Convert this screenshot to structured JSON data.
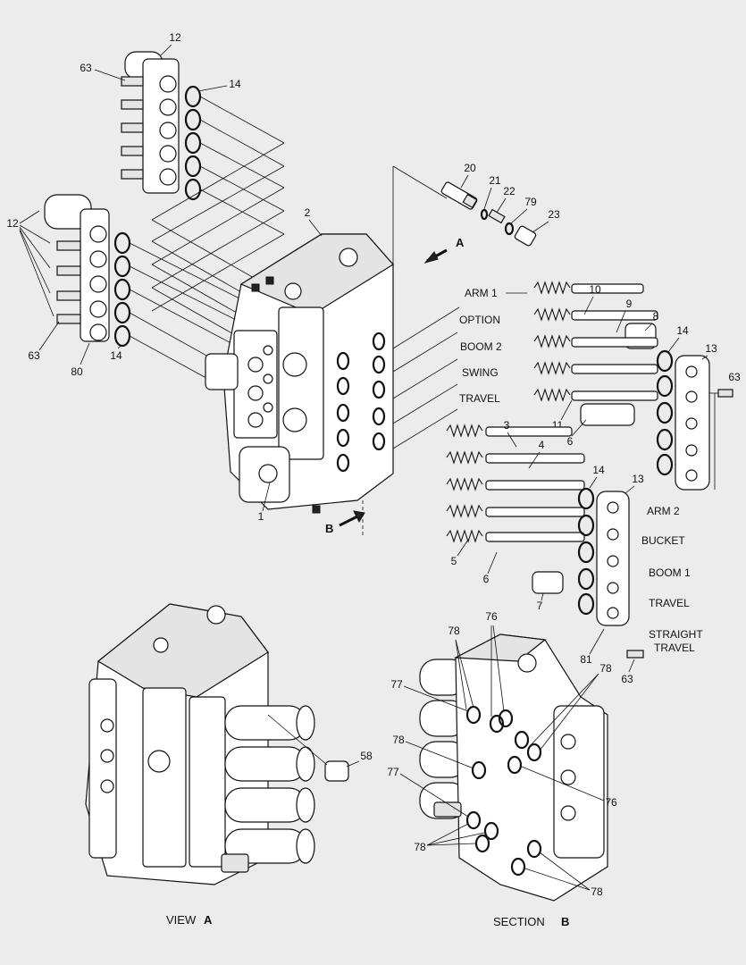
{
  "callouts": {
    "c12_top": "12",
    "c63_top": "63",
    "c14_top": "14",
    "c12_left": "12",
    "c63_left": "63",
    "c80": "80",
    "c14_left": "14",
    "c2": "2",
    "c20": "20",
    "c21": "21",
    "c22": "22",
    "c79": "79",
    "c23": "23",
    "c10": "10",
    "c9": "9",
    "c8": "8",
    "c14_r1": "14",
    "c13_r1": "13",
    "c63_r1": "63",
    "c11": "11",
    "c6_upper": "6",
    "c3": "3",
    "c4": "4",
    "c5": "5",
    "c6_lower": "6",
    "c7": "7",
    "c14_r2": "14",
    "c13_r2": "13",
    "c81": "81",
    "c63_r2": "63",
    "c1": "1",
    "c58": "58",
    "c78_a": "78",
    "c76_a": "76",
    "c77_a": "77",
    "c78_b": "78",
    "c77_b": "77",
    "c78_c": "78",
    "c78_d": "78",
    "c76_b": "76",
    "c78_e": "78"
  },
  "arrows": {
    "view_a": "A",
    "section_b": "B"
  },
  "spool_labels_upper": [
    "ARM 1",
    "OPTION",
    "BOOM 2",
    "SWING",
    "TRAVEL"
  ],
  "spool_labels_lower": [
    "ARM 2",
    "BUCKET",
    "BOOM 1",
    "TRAVEL",
    "STRAIGHT",
    "TRAVEL"
  ],
  "captions": {
    "view_a_text": "VIEW",
    "view_a_letter": "A",
    "section_b_text": "SECTION",
    "section_b_letter": "B"
  }
}
